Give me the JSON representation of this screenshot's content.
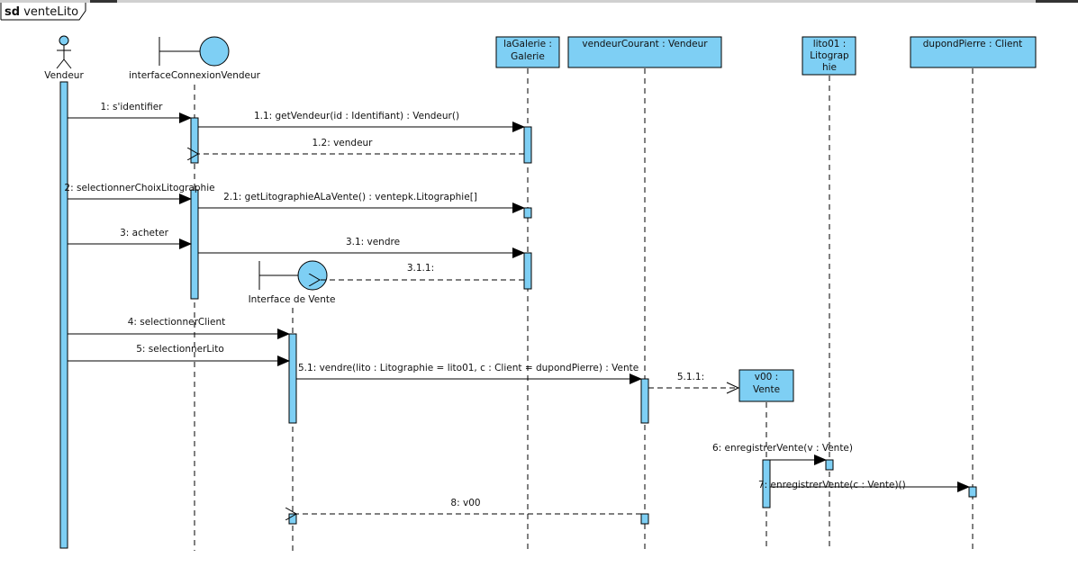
{
  "diagram": {
    "kind": "sd",
    "name": "venteLito",
    "colors": {
      "fill": "#7ecff4",
      "line": "#000000",
      "background": "#ffffff"
    }
  },
  "lifelines": [
    {
      "id": "vendeur",
      "type": "actor",
      "label": "Vendeur"
    },
    {
      "id": "icv",
      "type": "boundary",
      "label": "interfaceConnexionVendeur"
    },
    {
      "id": "iv",
      "type": "boundary",
      "label": "Interface de Vente"
    },
    {
      "id": "galerie",
      "type": "object",
      "label": "laGalerie : Galerie",
      "lines": [
        "laGalerie :",
        "Galerie"
      ]
    },
    {
      "id": "vcourant",
      "type": "object",
      "label": "vendeurCourant : Vendeur",
      "lines": [
        "vendeurCourant : Vendeur"
      ]
    },
    {
      "id": "v00",
      "type": "object",
      "label": "v00 : Vente",
      "lines": [
        "v00 :",
        "Vente"
      ]
    },
    {
      "id": "lito01",
      "type": "object",
      "label": "lito01 : Litographie",
      "lines": [
        "lito01 :",
        "Litograp",
        "hie"
      ]
    },
    {
      "id": "dupond",
      "type": "object",
      "label": "dupondPierre : Client",
      "lines": [
        "dupondPierre : Client"
      ]
    }
  ],
  "messages": [
    {
      "label": "1: s'identifier",
      "from": "vendeur",
      "to": "icv",
      "kind": "sync"
    },
    {
      "label": "1.1: getVendeur(id : Identifiant) : Vendeur()",
      "from": "icv",
      "to": "galerie",
      "kind": "sync"
    },
    {
      "label": "1.2: vendeur",
      "from": "galerie",
      "to": "icv",
      "kind": "reply"
    },
    {
      "label": "2: selectionnerChoixLitographie",
      "from": "vendeur",
      "to": "icv",
      "kind": "sync"
    },
    {
      "label": "2.1: getLitographieALaVente() : ventepk.Litographie[]",
      "from": "icv",
      "to": "galerie",
      "kind": "sync"
    },
    {
      "label": "3: acheter",
      "from": "vendeur",
      "to": "icv",
      "kind": "sync"
    },
    {
      "label": "3.1: vendre",
      "from": "icv",
      "to": "galerie",
      "kind": "sync"
    },
    {
      "label": "3.1.1:",
      "from": "galerie",
      "to": "iv",
      "kind": "create"
    },
    {
      "label": "4: selectionnerClient",
      "from": "vendeur",
      "to": "iv",
      "kind": "sync"
    },
    {
      "label": "5: selectionnerLito",
      "from": "vendeur",
      "to": "iv",
      "kind": "sync"
    },
    {
      "label": "5.1: vendre(lito : Litographie = lito01, c : Client = dupondPierre) : Vente",
      "from": "iv",
      "to": "vcourant",
      "kind": "sync"
    },
    {
      "label": "5.1.1:",
      "from": "vcourant",
      "to": "v00",
      "kind": "create"
    },
    {
      "label": "6: enregistrerVente(v : Vente)",
      "from": "v00",
      "to": "lito01",
      "kind": "sync"
    },
    {
      "label": "7: enregistrerVente(c : Vente)()",
      "from": "v00",
      "to": "dupond",
      "kind": "sync"
    },
    {
      "label": "8: v00",
      "from": "vcourant",
      "to": "iv",
      "kind": "reply"
    }
  ]
}
